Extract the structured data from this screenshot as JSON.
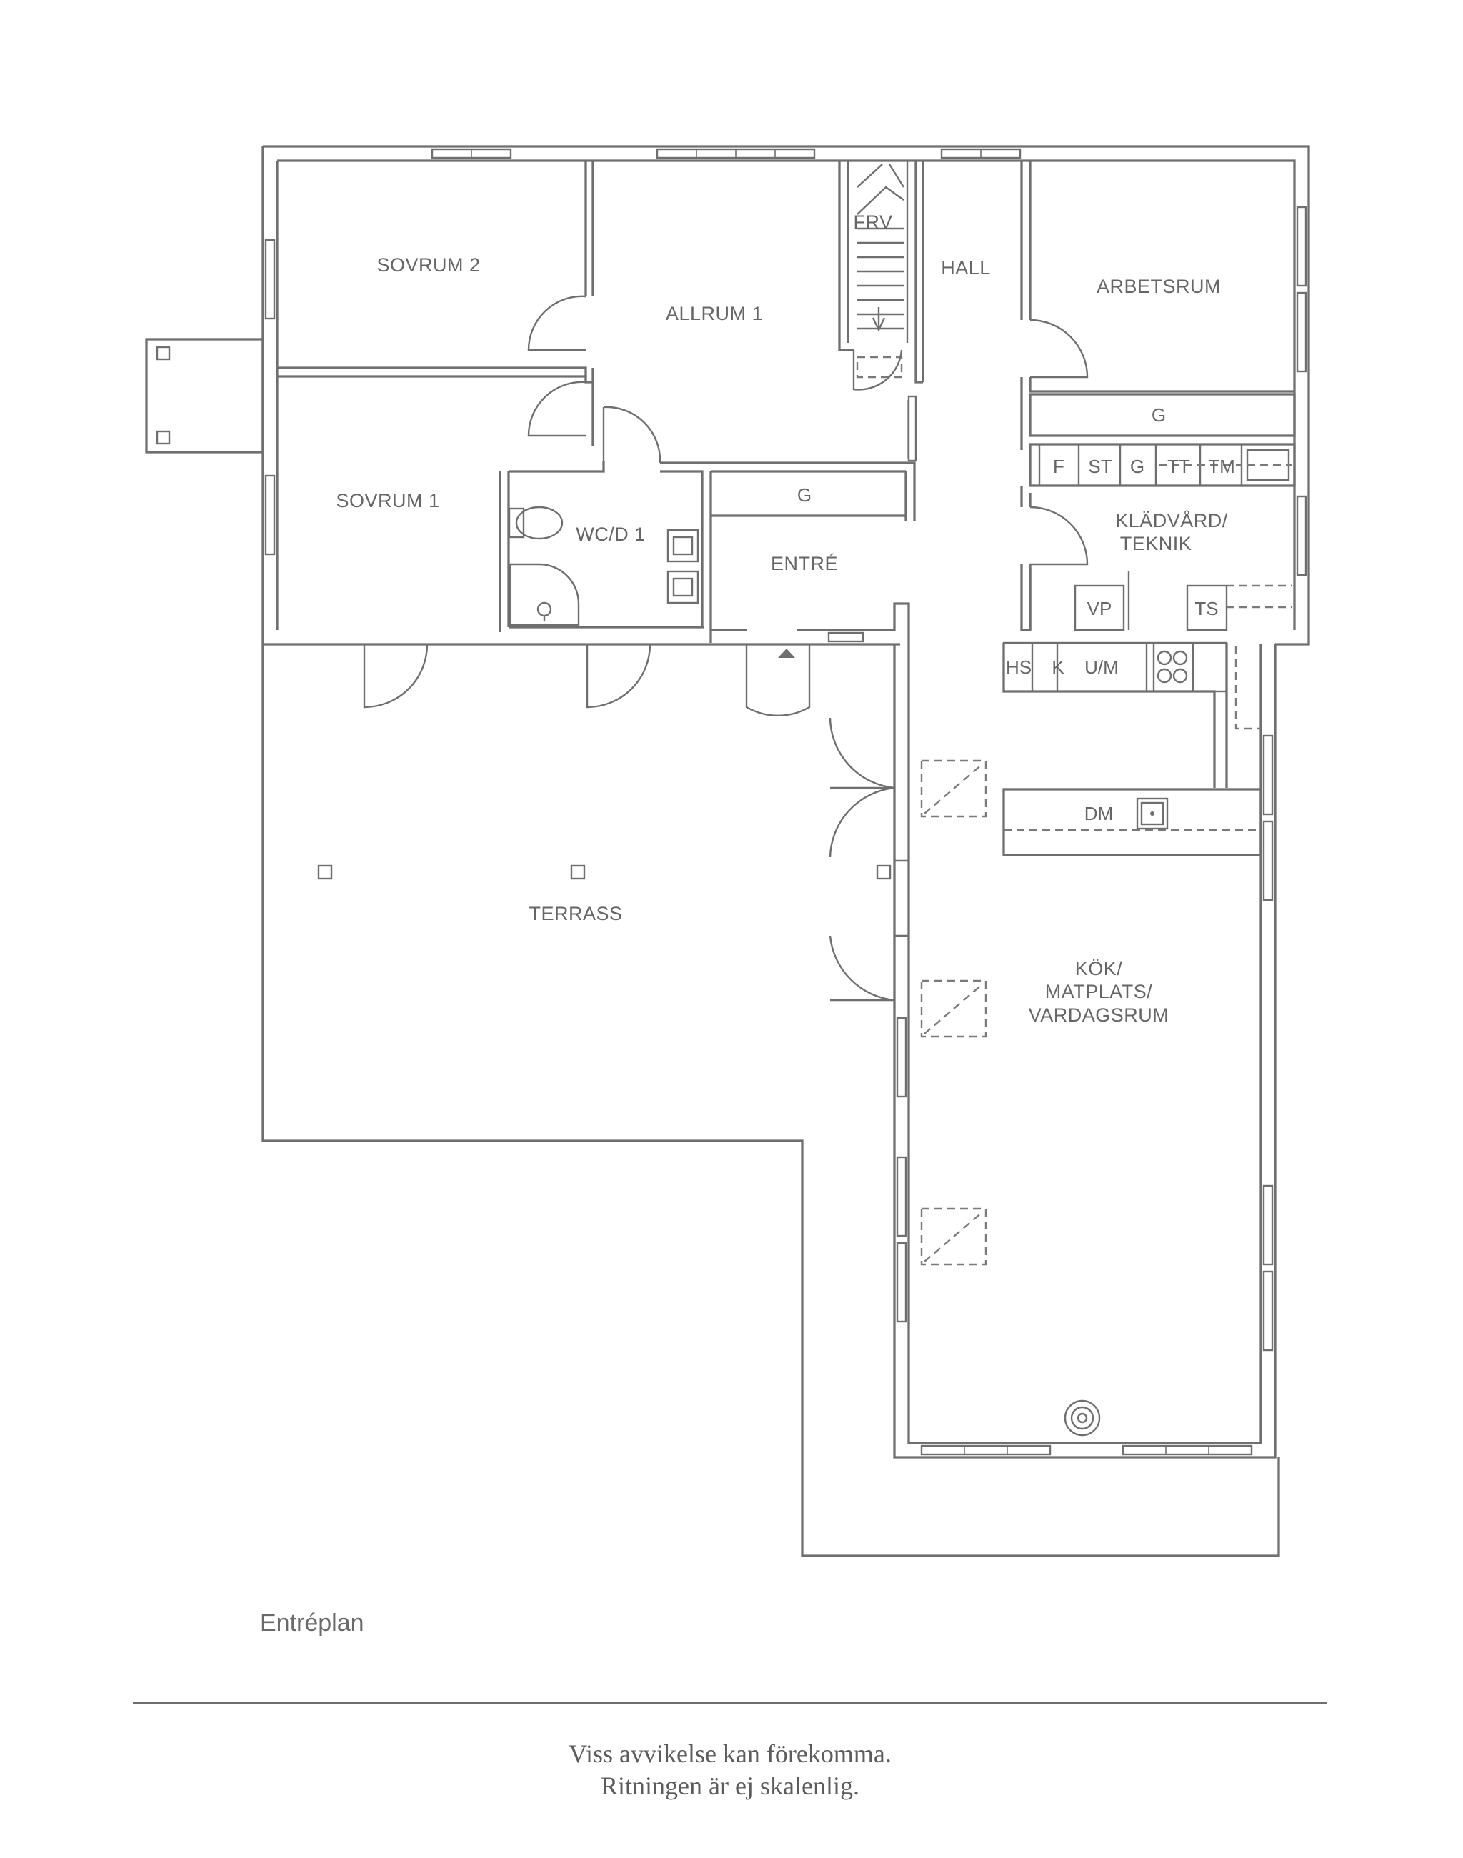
{
  "rooms": {
    "sovrum2": "SOVRUM 2",
    "allrum1": "ALLRUM 1",
    "frv": "FRV",
    "hall": "HALL",
    "arbetsrum": "ARBETSRUM",
    "sovrum1": "SOVRUM 1",
    "wcd1": "WC/D 1",
    "entre": "ENTRÉ",
    "kladvard_line1": "KLÄDVÅRD/",
    "kladvard_line2": "TEKNIK",
    "terrass": "TERRASS",
    "kok_line1": "KÖK/",
    "kok_line2": "MATPLATS/",
    "kok_line3": "VARDAGSRUM"
  },
  "fixtures": {
    "g_arbetsrum": "G",
    "f": "F",
    "st": "ST",
    "g_kladvard": "G",
    "tt": "TT",
    "tm": "TM",
    "vp": "VP",
    "ts": "TS",
    "g_entre": "G",
    "hs": "HS",
    "k": "K",
    "um": "U/M",
    "dm": "DM"
  },
  "plan_name": "Entréplan",
  "disclaimer": {
    "line1": "Viss avvikelse kan förekomma.",
    "line2": "Ritningen är ej skalenlig."
  }
}
